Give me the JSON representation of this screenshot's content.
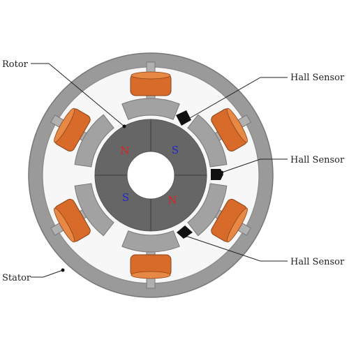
{
  "labels": {
    "rotor": "Rotor",
    "stator": "Stator",
    "hall_sensor_top": "Hall Sensor",
    "hall_sensor_middle": "Hall Sensor",
    "hall_sensor_bottom": "Hall Sensor"
  },
  "rotor_poles": [
    {
      "letter": "N",
      "color": "#e02020"
    },
    {
      "letter": "S",
      "color": "#2424cc"
    },
    {
      "letter": "S",
      "color": "#2424cc"
    },
    {
      "letter": "N",
      "color": "#e02020"
    }
  ],
  "colors": {
    "stator_ring": "#9a9a9a",
    "stator_inner": "#f7f7f7",
    "pole_shoe": "#a2a2a2",
    "coil": "#d86a2a",
    "coil_top": "#e88845",
    "rotor_body": "#666666",
    "rotor_hub": "#ffffff",
    "hall_sensor": "#111111",
    "outline": "#777777"
  }
}
